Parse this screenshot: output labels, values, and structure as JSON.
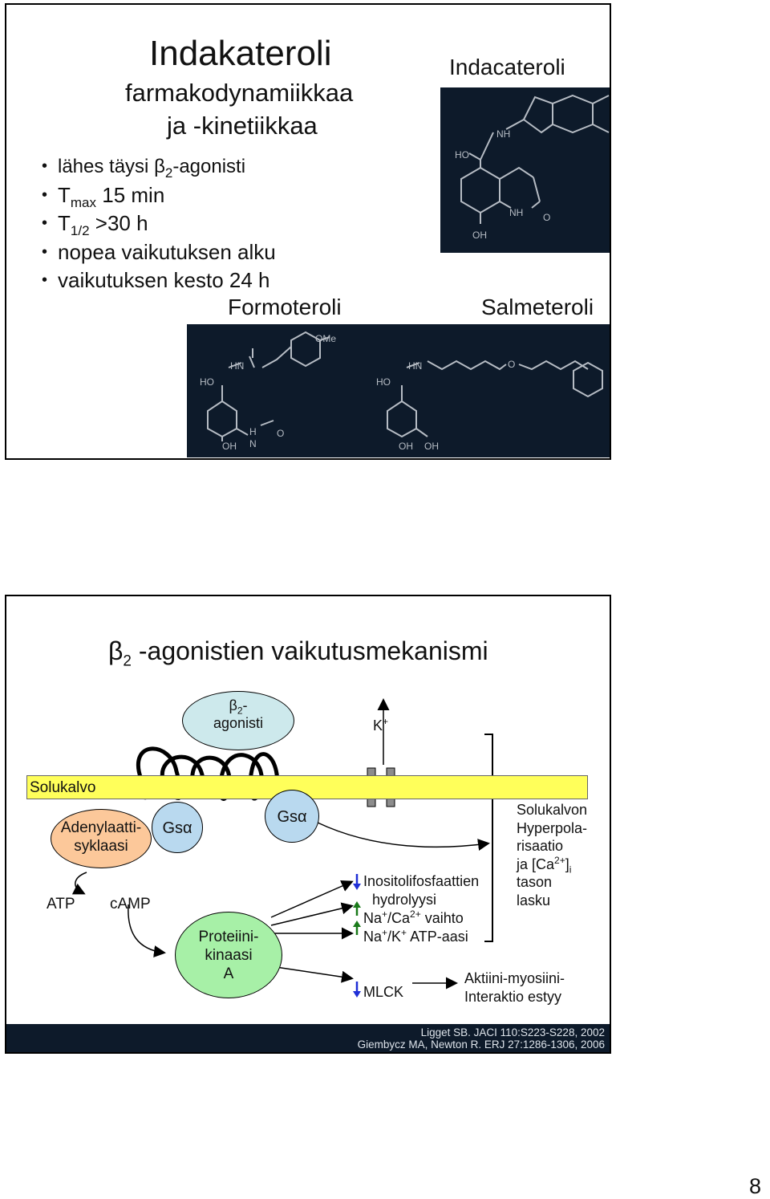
{
  "slide1": {
    "title": "Indakateroli",
    "subtitle_line1": "farmakodynamiikkaa",
    "subtitle_line2": "ja -kinetiikkaa",
    "bullets": {
      "b1_pre": "lähes täysi ",
      "b1_beta": "β",
      "b1_sub": "2",
      "b1_post": "-agonisti",
      "b2_main": "T",
      "b2_sub": "max",
      "b2_post": " 15 min",
      "b3_main": "T",
      "b3_sub": "1/2",
      "b3_post": " >30 h",
      "b4": "nopea vaikutuksen alku",
      "b5": "vaikutuksen kesto 24 h"
    },
    "labels": {
      "indacaterol": "Indacateroli",
      "formoterol": "Formoteroli",
      "salmeterol": "Salmeteroli"
    },
    "chem": {
      "indacaterol": {
        "ho": "HO",
        "nh1": "NH",
        "nh2": "NH",
        "o": "O",
        "oh": "OH"
      },
      "formoterol": {
        "ho": "HO",
        "hn": "HN",
        "ome": "OMe",
        "oh": "OH",
        "h": "H",
        "n": "N",
        "o": "O"
      },
      "salmeterol": {
        "ho": "HO",
        "hn": "HN",
        "o": "O",
        "oh1": "OH",
        "oh2": "OH"
      }
    }
  },
  "slide2": {
    "title_beta": "β",
    "title_sub": "2",
    "title_rest": " -agonistien vaikutusmekanismi",
    "agonist_beta": "β",
    "agonist_sub": "2",
    "agonist_dash": "-",
    "agonist_word": "agonisti",
    "k_label": "K",
    "k_sup": "+",
    "membrane_label": "Solukalvo",
    "ac_line1": "Adenylaatti-",
    "ac_line2": "syklaasi",
    "gs_alpha": "Gsα",
    "atp": "ATP",
    "camp": "cAMP",
    "pka_line1": "Proteiini-",
    "pka_line2": "kinaasi",
    "pka_line3": "A",
    "effect_inos1": "Inositolifosfaattien",
    "effect_inos2": "hydrolyysi",
    "effect_naca_pre": "Na",
    "effect_naca_sup1": "+",
    "effect_naca_mid": "/Ca",
    "effect_naca_sup2": "2+",
    "effect_naca_post": " vaihto",
    "effect_nak_pre": "Na",
    "effect_nak_sup1": "+",
    "effect_nak_mid": "/K",
    "effect_nak_sup2": "+",
    "effect_nak_post": " ATP-aasi",
    "mlck": "MLCK",
    "actin_line1": "Aktiini-myosiini-",
    "actin_line2": "Interaktio estyy",
    "right_line1": "Solukalvon",
    "right_line2": "Hyperpola-",
    "right_line3": "risaatio",
    "right_line4_pre": "ja [Ca",
    "right_line4_sup": "2+",
    "right_line4_post": "]",
    "right_line4_sub": "i",
    "right_line5": "tason",
    "right_line6": "lasku",
    "citation1": "Ligget SB. JACI 110:S223-S228, 2002",
    "citation2": "Giembycz MA, Newton R. ERJ 27:1286-1306, 2006",
    "colors": {
      "down_arrow": "#1f2fd6",
      "up_arrow": "#1a7a1a",
      "membrane": "#ffff5a"
    }
  },
  "page_number": "8"
}
